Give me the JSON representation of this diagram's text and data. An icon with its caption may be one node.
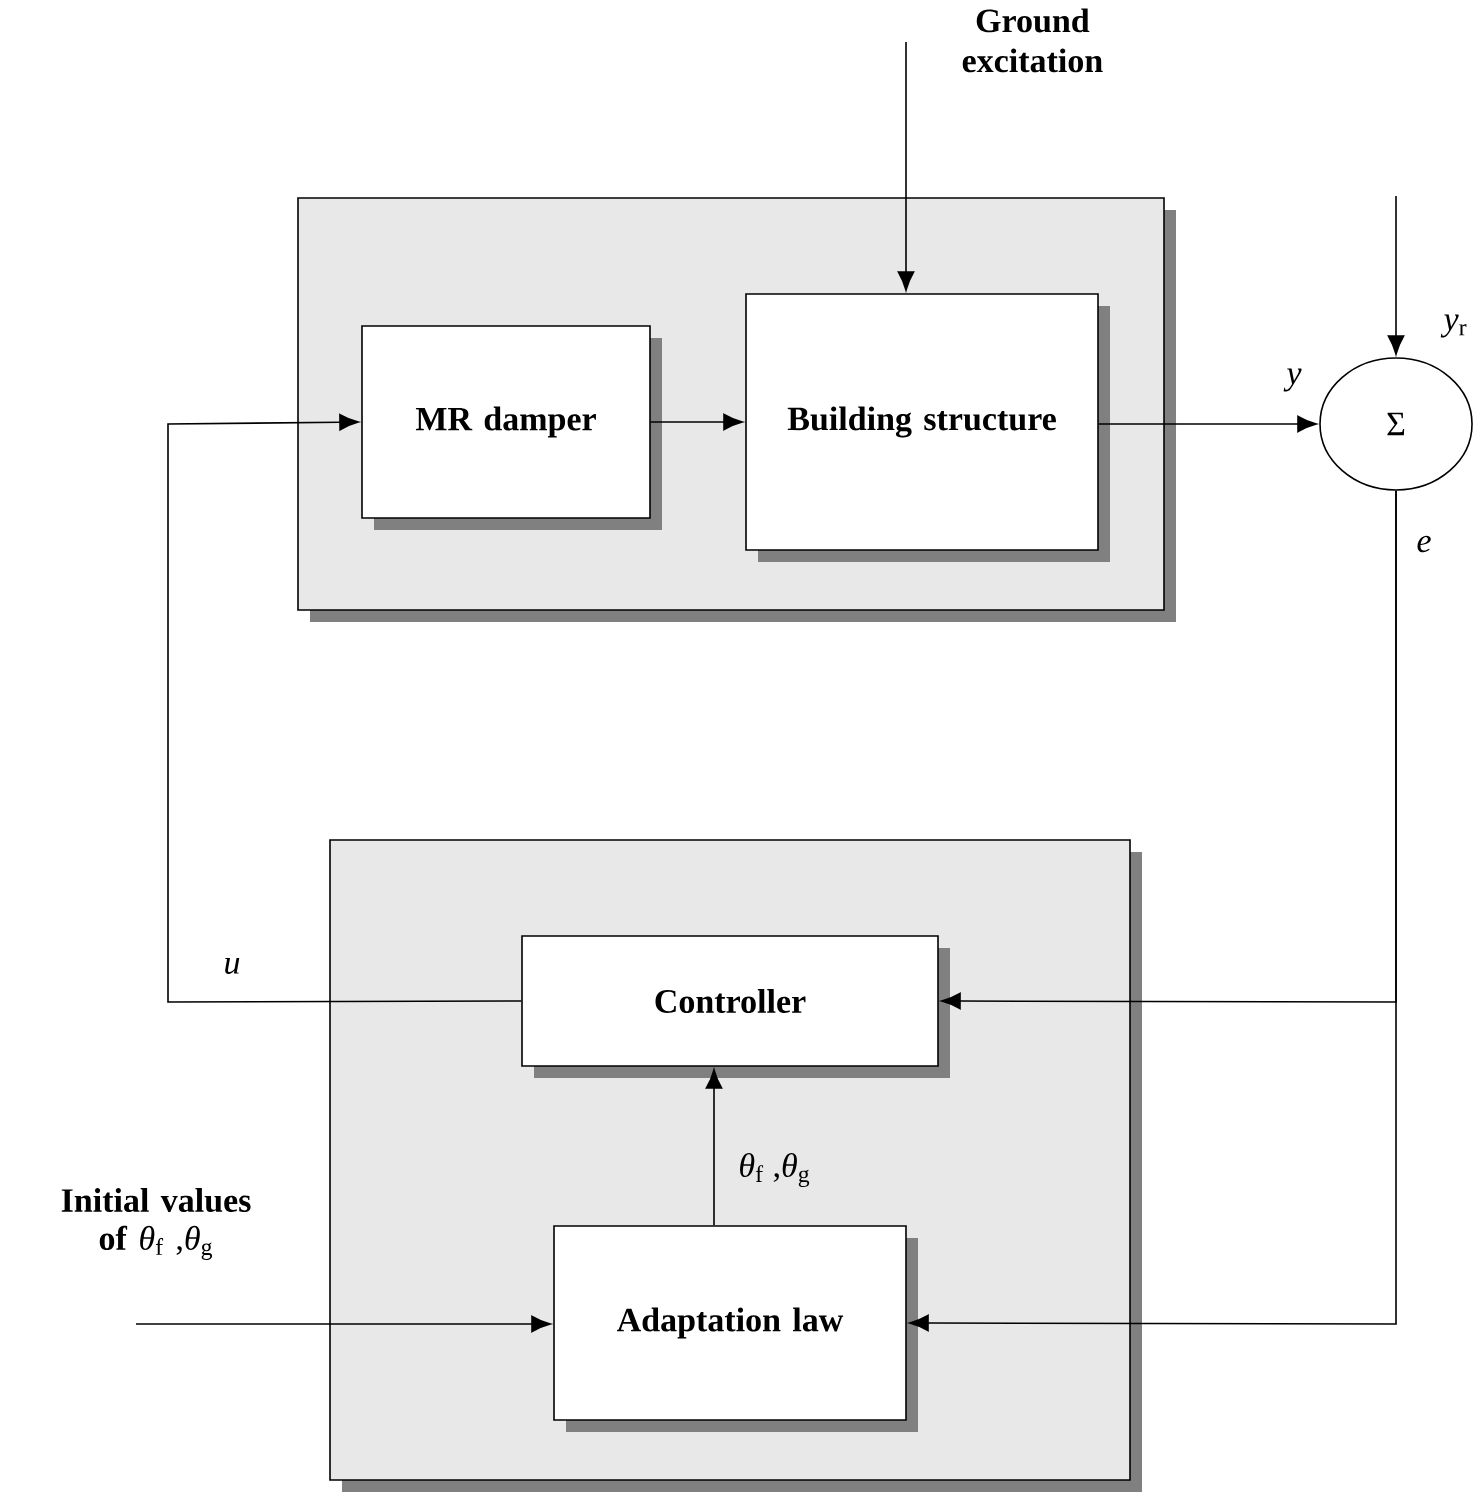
{
  "diagram": {
    "nodes": [
      {
        "text": [],
        "shape": "box"
      },
      {
        "text": [
          "MR damper"
        ],
        "in": 0
      },
      {
        "text": [
          "Building structure"
        ],
        "in": 0
      },
      {
        "text": [
          "Σ"
        ]
      },
      {
        "text": [],
        "shape": "box"
      },
      {
        "text": [
          "Controller"
        ],
        "in": 4
      },
      {
        "text": [
          "Adaptation law"
        ],
        "in": 4
      },
      {
        "text": [
          "Ground excitation"
        ]
      }
    ],
    "edges": [
      {
        "from": 7,
        "to": 2,
        "arrow": "to"
      },
      {
        "from": 1,
        "to": 2,
        "arrow": "to"
      },
      {
        "from": 2,
        "to": 3,
        "arrow": "to",
        "label": "*y*"
      },
      {
        "from": null,
        "to": 3,
        "arrow": "to",
        "label": "*y*$_{r}$"
      },
      {
        "from": 3,
        "to": 5,
        "arrow": "to",
        "label": "*e*"
      },
      {
        "from": 3,
        "to": 6,
        "arrow": "to"
      },
      {
        "from": 5,
        "to": 1,
        "arrow": "to",
        "label": "*u*"
      },
      {
        "from": 6,
        "to": 5,
        "arrow": "to",
        "label": "*θ*$_{f}$ ,*θ*$_{g}$"
      },
      {
        "from": null,
        "to": 6,
        "arrow": "to",
        "label": "**Initial values of** *θ*$_{f}$ ,*θ*$_{g}$"
      }
    ]
  }
}
